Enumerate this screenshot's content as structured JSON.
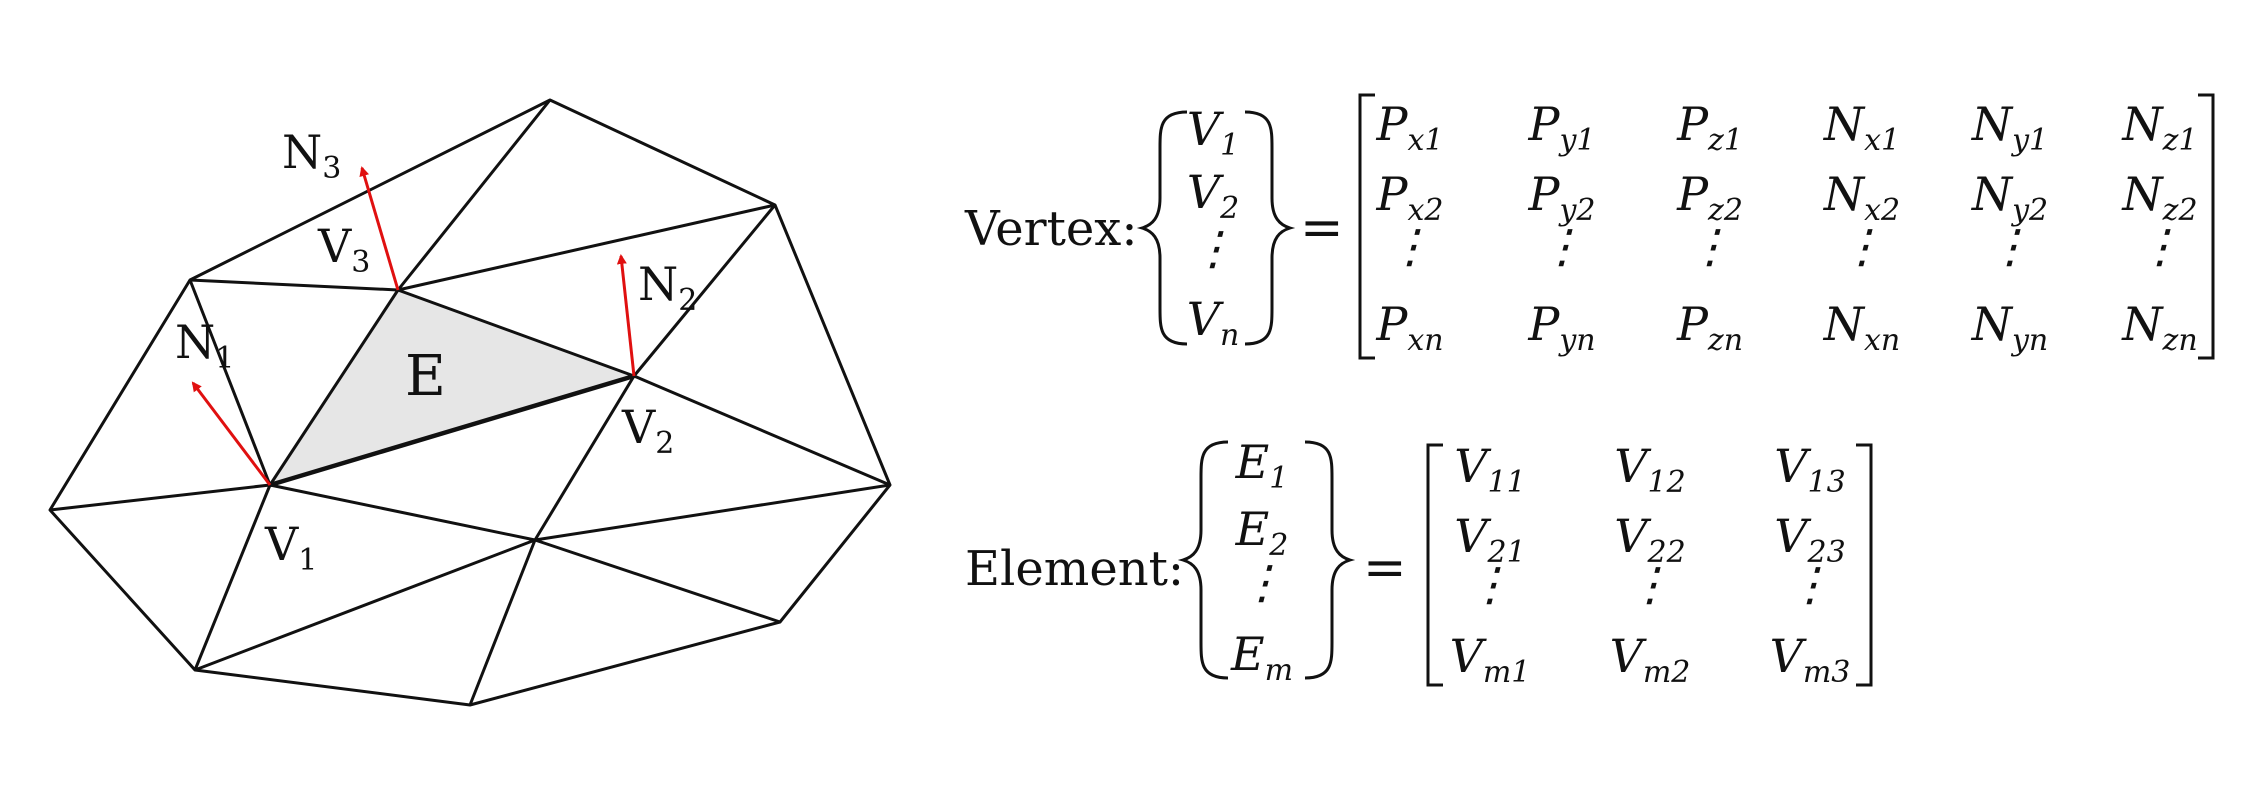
{
  "mesh": {
    "element_label": "E",
    "vertex_labels": {
      "v1": "V",
      "v1_sub": "1",
      "v2": "V",
      "v2_sub": "2",
      "v3": "V",
      "v3_sub": "3"
    },
    "normal_labels": {
      "n1": "N",
      "n1_sub": "1",
      "n2": "N",
      "n2_sub": "2",
      "n3": "N",
      "n3_sub": "3"
    },
    "colors": {
      "edge": "#111111",
      "normal_arrow": "#e01010",
      "element_fill": "#e6e6e6"
    }
  },
  "vertex_equation": {
    "label": "Vertex:",
    "lhs": [
      {
        "base": "V",
        "sub": "1"
      },
      {
        "base": "V",
        "sub": "2"
      },
      {
        "base": "⋮",
        "sub": ""
      },
      {
        "base": "V",
        "sub": "n"
      }
    ],
    "equals": "=",
    "matrix": [
      [
        {
          "base": "P",
          "sub": "x1"
        },
        {
          "base": "P",
          "sub": "y1"
        },
        {
          "base": "P",
          "sub": "z1"
        },
        {
          "base": "N",
          "sub": "x1"
        },
        {
          "base": "N",
          "sub": "y1"
        },
        {
          "base": "N",
          "sub": "z1"
        }
      ],
      [
        {
          "base": "P",
          "sub": "x2"
        },
        {
          "base": "P",
          "sub": "y2"
        },
        {
          "base": "P",
          "sub": "z2"
        },
        {
          "base": "N",
          "sub": "x2"
        },
        {
          "base": "N",
          "sub": "y2"
        },
        {
          "base": "N",
          "sub": "z2"
        }
      ],
      [
        {
          "base": "⋮",
          "sub": ""
        },
        {
          "base": "⋮",
          "sub": ""
        },
        {
          "base": "⋮",
          "sub": ""
        },
        {
          "base": "⋮",
          "sub": ""
        },
        {
          "base": "⋮",
          "sub": ""
        },
        {
          "base": "⋮",
          "sub": ""
        }
      ],
      [
        {
          "base": "P",
          "sub": "xn"
        },
        {
          "base": "P",
          "sub": "yn"
        },
        {
          "base": "P",
          "sub": "zn"
        },
        {
          "base": "N",
          "sub": "xn"
        },
        {
          "base": "N",
          "sub": "yn"
        },
        {
          "base": "N",
          "sub": "zn"
        }
      ]
    ]
  },
  "element_equation": {
    "label": "Element:",
    "lhs": [
      {
        "base": "E",
        "sub": "1"
      },
      {
        "base": "E",
        "sub": "2"
      },
      {
        "base": "⋮",
        "sub": ""
      },
      {
        "base": "E",
        "sub": "m"
      }
    ],
    "equals": "=",
    "matrix": [
      [
        {
          "base": "V",
          "sub": "11"
        },
        {
          "base": "V",
          "sub": "12"
        },
        {
          "base": "V",
          "sub": "13"
        }
      ],
      [
        {
          "base": "V",
          "sub": "21"
        },
        {
          "base": "V",
          "sub": "22"
        },
        {
          "base": "V",
          "sub": "23"
        }
      ],
      [
        {
          "base": "⋮",
          "sub": ""
        },
        {
          "base": "⋮",
          "sub": ""
        },
        {
          "base": "⋮",
          "sub": ""
        }
      ],
      [
        {
          "base": "V",
          "sub": "m1"
        },
        {
          "base": "V",
          "sub": "m2"
        },
        {
          "base": "V",
          "sub": "m3"
        }
      ]
    ]
  }
}
